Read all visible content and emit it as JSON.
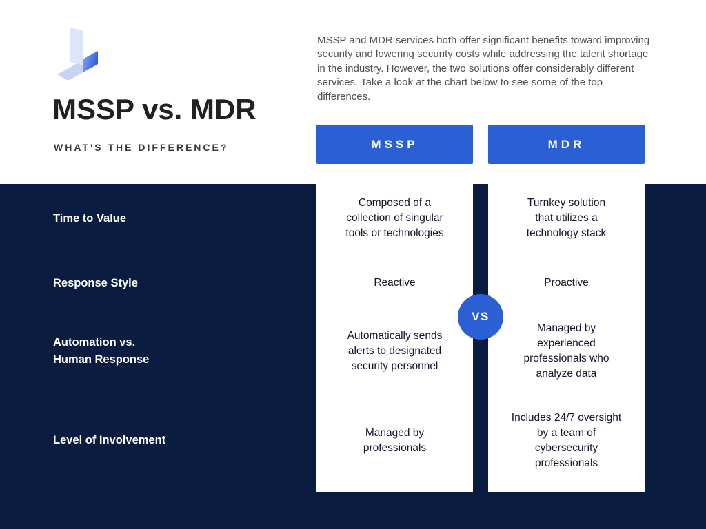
{
  "colors": {
    "navy": "#0a1c40",
    "blue": "#2b5fd4",
    "title_text": "#212121",
    "body_text": "#4f4f4f",
    "cell_text": "#13132e",
    "logo_pale": "#dde5f8",
    "logo_light": "#c5d1f1",
    "logo_blue": "#2f5fe0"
  },
  "header": {
    "title": "MSSP vs. MDR",
    "subtitle": "WHAT'S THE DIFFERENCE?",
    "intro": "MSSP and MDR services both offer significant benefits toward improving security and lowering security costs while addressing the talent shortage in the industry. However, the two solutions offer considerably different services. Take a look at the chart below to see some of the top differences."
  },
  "comparison": {
    "vs_badge": "VS",
    "columns": [
      {
        "label": "MSSP"
      },
      {
        "label": "MDR"
      }
    ],
    "rows": [
      {
        "label": "Time to Value",
        "mssp": "Composed of a\ncollection of singular\ntools or technologies",
        "mdr": "Turnkey solution\nthat utilizes a\ntechnology stack"
      },
      {
        "label": "Response Style",
        "mssp": "Reactive",
        "mdr": "Proactive"
      },
      {
        "label": "Automation vs.\nHuman Response",
        "mssp": "Automatically sends\nalerts to designated\nsecurity personnel",
        "mdr": "Managed by\nexperienced\nprofessionals who\nanalyze data"
      },
      {
        "label": "Level of Involvement",
        "mssp": "Managed by\nprofessionals",
        "mdr": "Includes 24/7 oversight\nby a team of\ncybersecurity\nprofessionals"
      }
    ]
  }
}
